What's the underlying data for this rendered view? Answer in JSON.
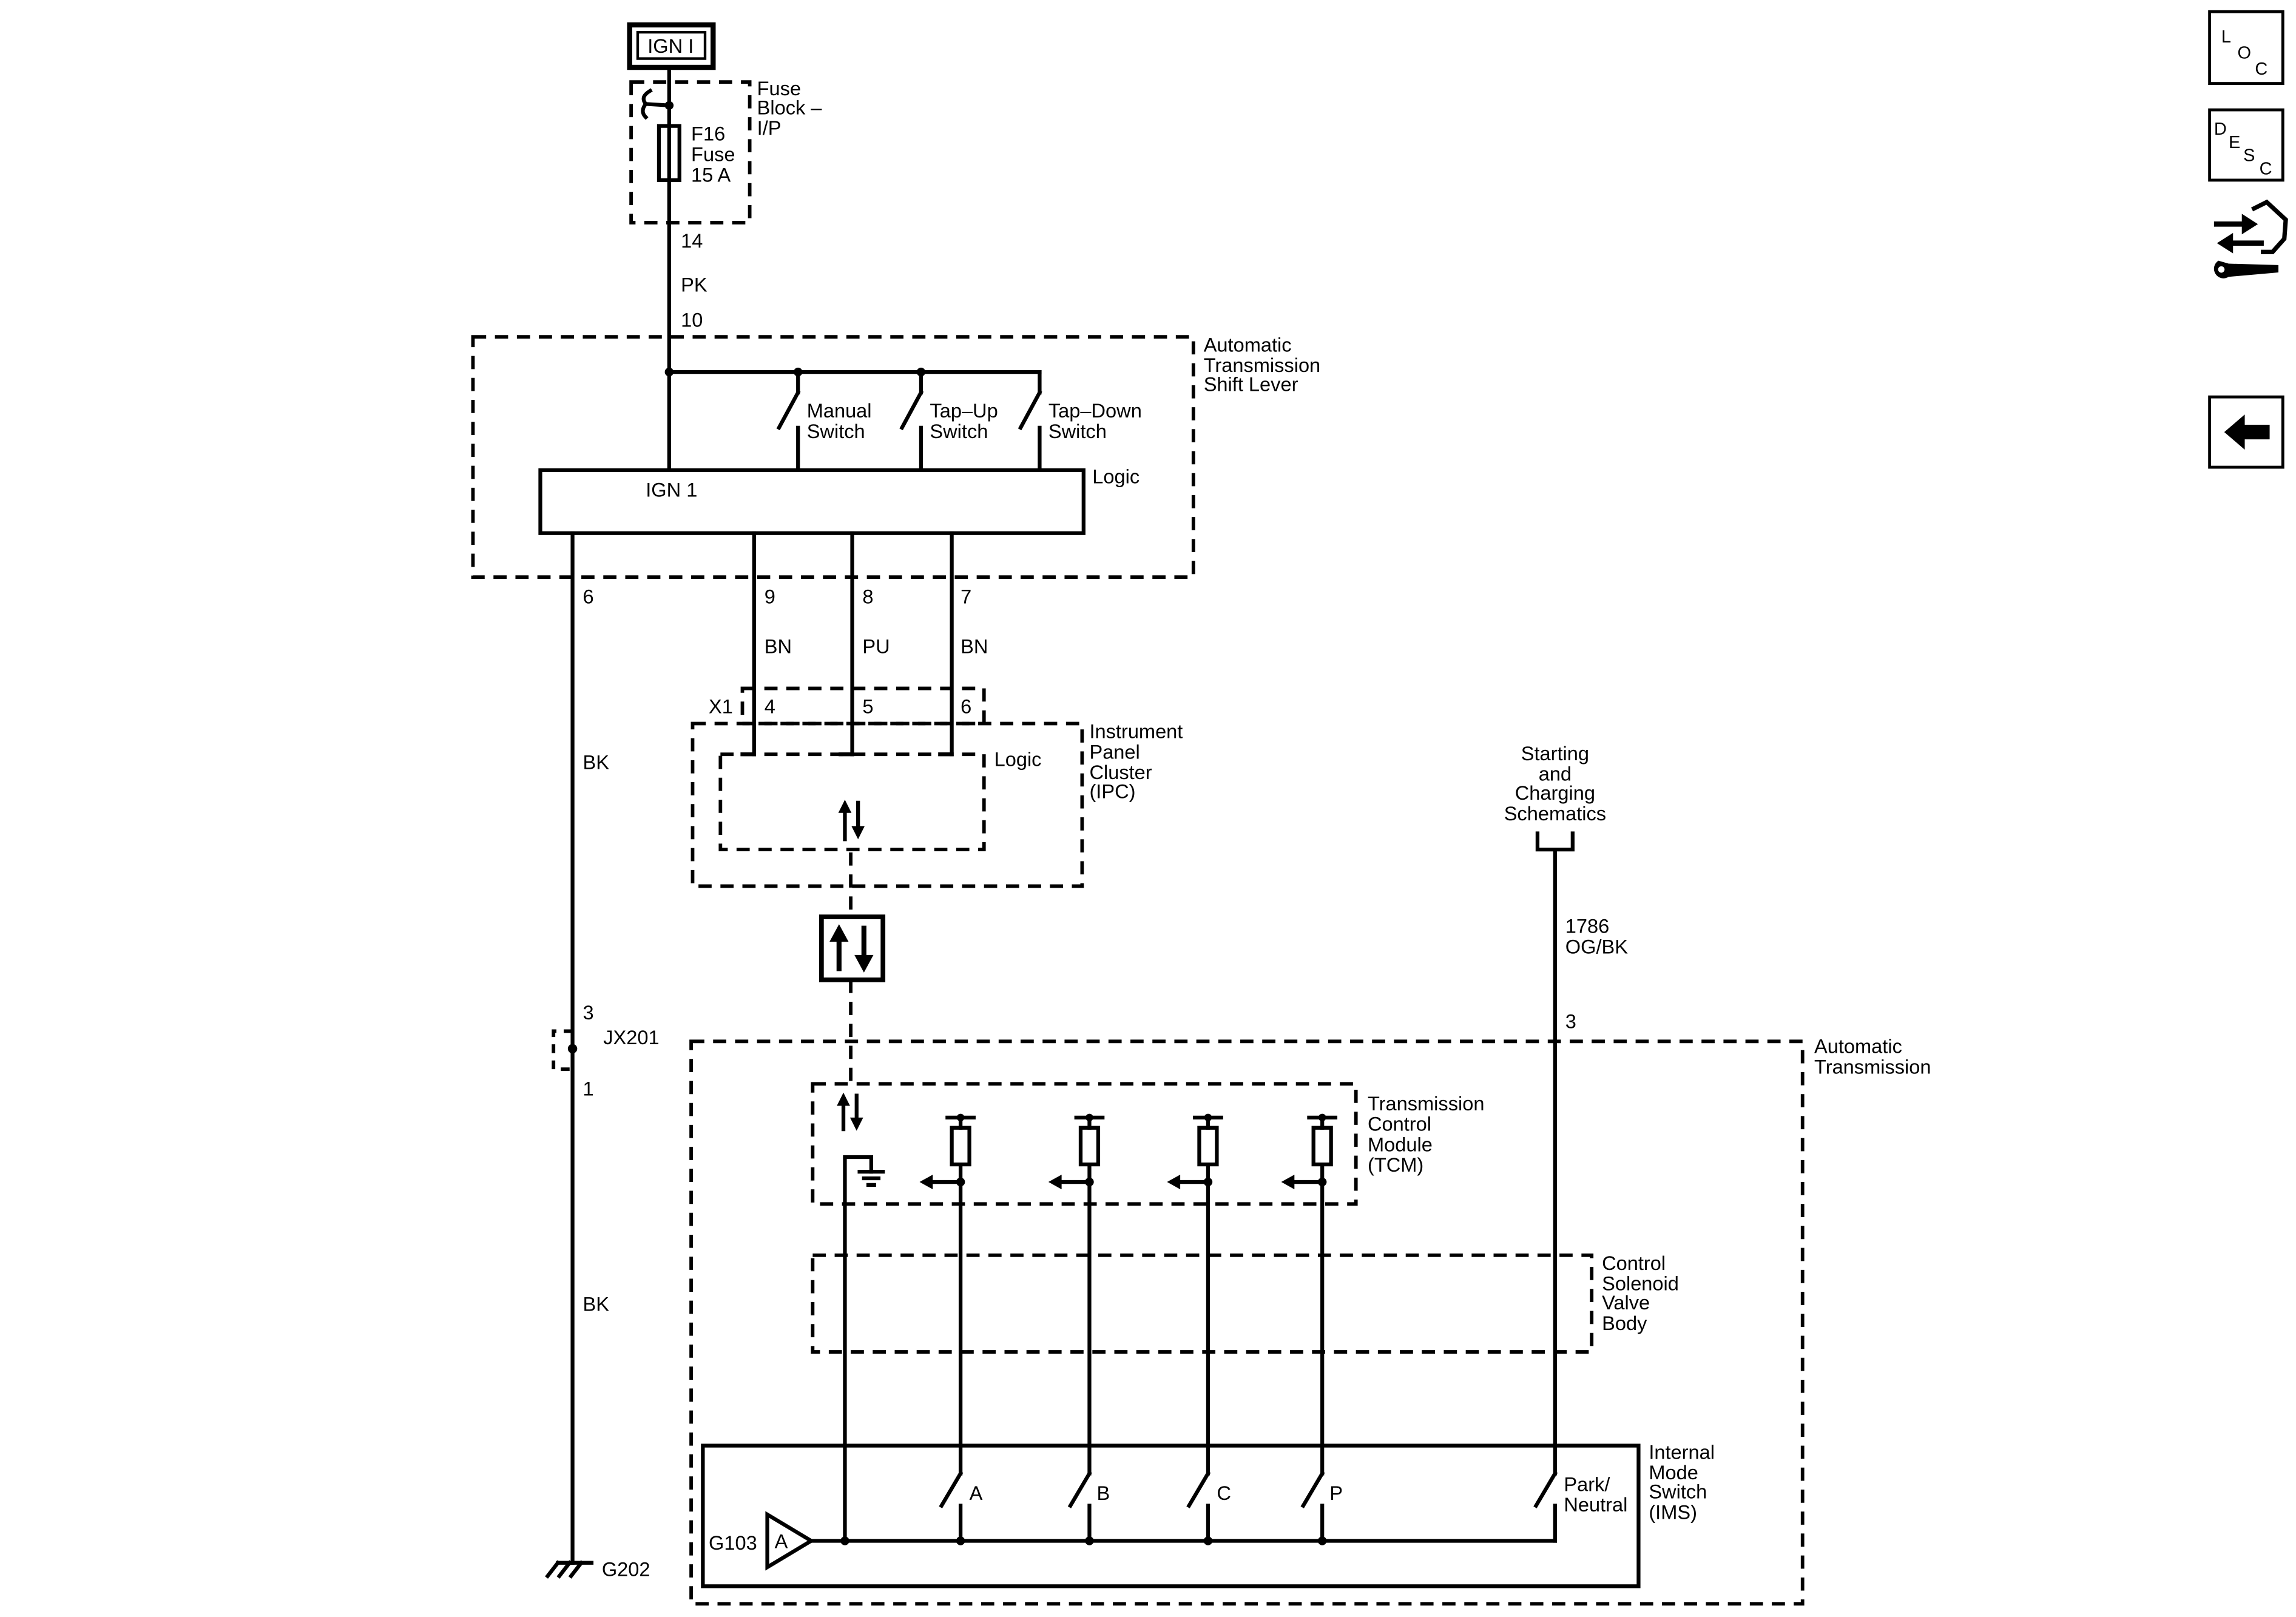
{
  "nav": {
    "loc_button": {
      "letters": [
        "L",
        "O",
        "C"
      ],
      "icon": "loc-icon"
    },
    "desc_button": {
      "letters": [
        "D",
        "E",
        "S",
        "C"
      ],
      "icon": "desc-icon"
    },
    "repair_button": {
      "icon": "connector-repair-icon"
    },
    "back_button": {
      "icon": "back-arrow-icon"
    }
  },
  "schematic": {
    "power_source": "IGN I",
    "fuse_block": {
      "label": [
        "Fuse",
        "Block –",
        "I/P"
      ],
      "fuse": [
        "F16",
        "Fuse",
        "15 A"
      ],
      "output_pin": "14"
    },
    "feed_wire": {
      "color": "PK"
    },
    "shift_lever": {
      "label": [
        "Automatic",
        "Transmission",
        "Shift Lever"
      ],
      "input_pin": "10",
      "ign_label": "IGN 1",
      "logic_label": "Logic",
      "switches": [
        {
          "label": [
            "Manual",
            "Switch"
          ]
        },
        {
          "label": [
            "Tap–Up",
            "Switch"
          ]
        },
        {
          "label": [
            "Tap–Down",
            "Switch"
          ]
        }
      ],
      "output_pins": [
        "6",
        "9",
        "8",
        "7"
      ]
    },
    "wires_to_ipc": {
      "colors": [
        "BN",
        "PU",
        "BN"
      ]
    },
    "ipc": {
      "connector": "X1",
      "pins": [
        "4",
        "5",
        "6"
      ],
      "label": [
        "Instrument",
        "Panel",
        "Cluster",
        "(IPC)"
      ],
      "logic_label": "Logic"
    },
    "ground_wire": {
      "color_upper": "BK",
      "splice": {
        "name": "JX201",
        "pin_in": "3",
        "pin_out": "1"
      },
      "color_lower": "BK",
      "ground": "G202"
    },
    "starting_charging": {
      "label": [
        "Starting",
        "and",
        "Charging",
        "Schematics"
      ],
      "circuit": "1786",
      "color": "OG/BK",
      "pin": "3"
    },
    "automatic_transmission": {
      "label": [
        "Automatic",
        "Transmission"
      ],
      "tcm": {
        "label": [
          "Transmission",
          "Control",
          "Module",
          "(TCM)"
        ]
      },
      "solenoid_body": {
        "label": [
          "Control",
          "Solenoid",
          "Valve",
          "Body"
        ]
      },
      "ims": {
        "label": [
          "Internal",
          "Mode",
          "Switch",
          "(IMS)"
        ],
        "switches": [
          "A",
          "B",
          "C",
          "P"
        ],
        "park_neutral": [
          "Park/",
          "Neutral"
        ],
        "ground": "G103",
        "ground_pin": "A"
      }
    }
  }
}
